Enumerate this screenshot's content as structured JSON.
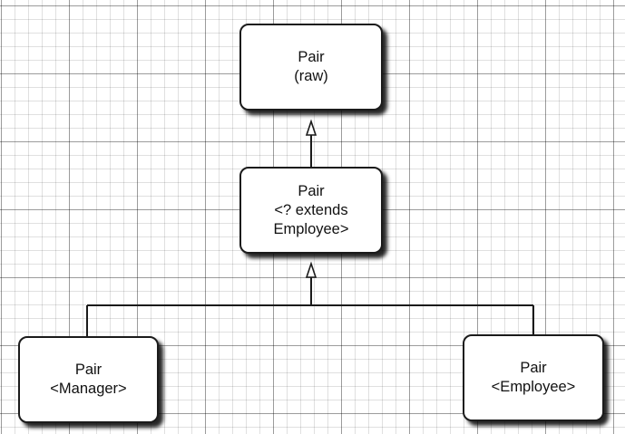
{
  "nodes": {
    "raw": {
      "line1": "Pair",
      "line2": "(raw)"
    },
    "wildcard": {
      "line1": "Pair",
      "line2": "<? extends",
      "line3": "Employee>"
    },
    "manager": {
      "line1": "Pair",
      "line2": "<Manager>"
    },
    "employee": {
      "line1": "Pair",
      "line2": "<Employee>"
    }
  },
  "edges": [
    {
      "from": "wildcard",
      "to": "raw",
      "type": "inheritance"
    },
    {
      "from": "manager",
      "to": "wildcard",
      "type": "inheritance"
    },
    {
      "from": "employee",
      "to": "wildcard",
      "type": "inheritance"
    }
  ]
}
